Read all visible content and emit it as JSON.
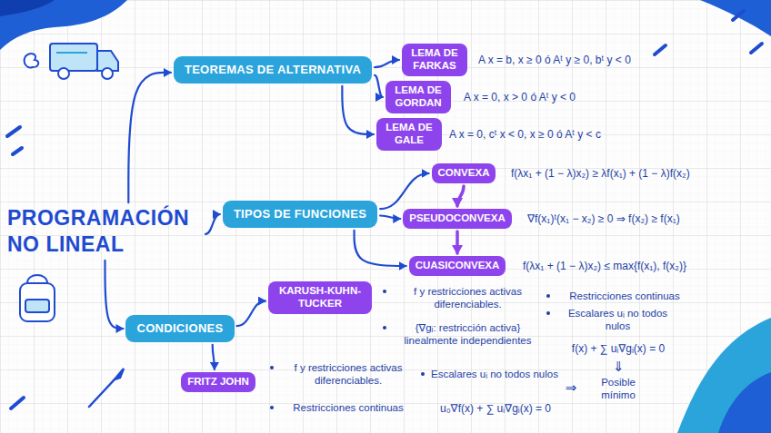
{
  "diagram": {
    "nodes": [
      {
        "text": [
          "PROGRAMACIÓN NO LINEAL"
        ]
      },
      {
        "text": [
          "TEOREMAS DE ALTERNATIVA"
        ]
      },
      {
        "text": [
          "LEMA DE FARKAS"
        ]
      },
      {
        "text": [
          "LEMA DE GORDAN"
        ]
      },
      {
        "text": [
          "LEMA DE GALE"
        ]
      },
      {
        "text": [
          "TIPOS DE FUNCIONES"
        ]
      },
      {
        "text": [
          "CONVEXA"
        ]
      },
      {
        "text": [
          "PSEUDOCONVEXA"
        ]
      },
      {
        "text": [
          "CUASICONVEXA"
        ]
      },
      {
        "text": [
          "KARUSH-KUHN-TUCKER"
        ]
      },
      {
        "text": [
          "CONDICIONES"
        ]
      },
      {
        "text": [
          "FRITZ JOHN"
        ]
      }
    ],
    "edges": [
      {
        "from": 0,
        "to": 1,
        "arrow": "to"
      },
      {
        "from": 0,
        "to": 5,
        "arrow": "to"
      },
      {
        "from": 0,
        "to": 10,
        "arrow": "to"
      },
      {
        "from": 1,
        "to": 2,
        "arrow": "to"
      },
      {
        "from": 1,
        "to": 3,
        "arrow": "to"
      },
      {
        "from": 1,
        "to": 4,
        "arrow": "to"
      },
      {
        "from": 5,
        "to": 6,
        "arrow": "to"
      },
      {
        "from": 5,
        "to": 7,
        "arrow": "to"
      },
      {
        "from": 5,
        "to": 8,
        "arrow": "to"
      },
      {
        "from": 6,
        "to": 7,
        "arrow": "to"
      },
      {
        "from": 7,
        "to": 8,
        "arrow": "to"
      },
      {
        "from": 10,
        "to": 9,
        "arrow": "to"
      },
      {
        "from": 10,
        "to": 11,
        "arrow": "to"
      }
    ],
    "labels": [
      "A x = b,  x ≥ 0  ó  Aᵗ y ≥ 0,  bᵗ y < 0",
      "A x = 0,  x > 0  ó  Aᵗ y < 0",
      "A x = 0,  cᵗ x < 0,  x ≥ 0  ó  Aᵗ y < c",
      "f(λx₁ + (1 − λ)x₂) ≥ λf(x₁) + (1 − λ)f(x₂)",
      "∇f(x₁)ᵗ(x₁ − x₂) ≥ 0 ⇒ f(x₂) ≥ f(x₁)",
      "f(λx₁ + (1 − λ)x₂) ≤ max{f(x₁), f(x₂)}",
      "f y restricciones activas diferenciables.",
      "{∇gᵢ: restricción activa} linealmente independientes",
      "Restricciones continuas",
      "Escalares uᵢ no todos nulos",
      "f(x) + ∑ uᵢ∇gᵢ(x) = 0",
      "⇓",
      "Posible mínimo",
      "f y restricciones activas diferenciables.",
      "Restricciones continuas",
      "Escalares uᵢ no todos nulos",
      "u₀∇f(x) + ∑ uᵢ∇gᵢ(x) = 0",
      "⇒"
    ]
  }
}
